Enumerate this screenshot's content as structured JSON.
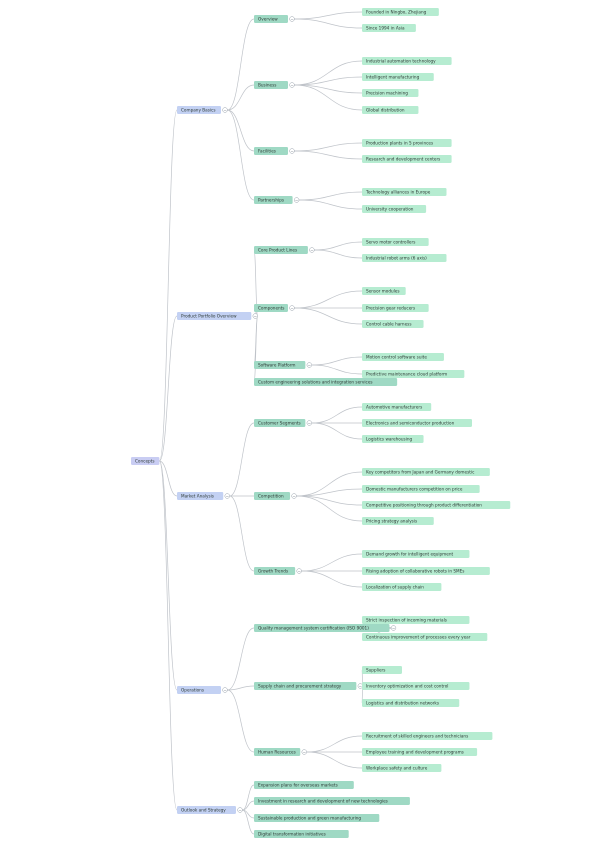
{
  "mindmap": {
    "root": "Concepts",
    "branches": [
      {
        "label": "Company Basics",
        "children": [
          {
            "label": "Overview",
            "children": [
              "Founded in Ningbo, Zhejiang",
              "Since 1994 in Asia"
            ]
          },
          {
            "label": "Business",
            "children": [
              "Industrial automation technology",
              "Intelligent manufacturing",
              "Precision machining",
              "Global distribution"
            ]
          },
          {
            "label": "Facilities",
            "children": [
              "Production plants in 5 provinces",
              "Research and development centers"
            ]
          },
          {
            "label": "Partnerships",
            "children": [
              "Technology alliances in Europe",
              "University cooperation"
            ]
          }
        ]
      },
      {
        "label": "Product Portfolio Overview",
        "children": [
          {
            "label": "Core Product Lines",
            "children": [
              "Servo motor controllers",
              "Industrial robot arms (6 axis)"
            ]
          },
          {
            "label": "Components",
            "children": [
              "Sensor modules",
              "Precision gear reducers",
              "Control cable harness"
            ]
          },
          {
            "label": "Software Platform",
            "children": [
              "Motion control software suite",
              "Predictive maintenance cloud platform"
            ]
          },
          {
            "label": "Custom engineering solutions and integration services",
            "children": []
          }
        ]
      },
      {
        "label": "Market Analysis",
        "children": [
          {
            "label": "Customer Segments",
            "children": [
              "Automotive manufacturers",
              "Electronics and semiconductor production",
              "Logistics warehousing"
            ]
          },
          {
            "label": "Competition",
            "children": [
              "Key competitors from Japan and Germany domestic",
              "Domestic manufacturers competition on price",
              "Competitive positioning through product differentiation",
              "Pricing strategy analysis"
            ]
          },
          {
            "label": "Growth Trends",
            "children": [
              "Demand growth for intelligent equipment",
              "Rising adoption of collaborative robots in SMEs",
              "Localization of supply chain"
            ]
          }
        ]
      },
      {
        "label": "Operations",
        "children": [
          {
            "label": "Quality management system certification (ISO 9001)",
            "children": [
              "Strict inspection of incoming materials",
              "Continuous improvement of processes every year"
            ]
          },
          {
            "label": "Supply chain and procurement strategy",
            "children": [
              "Suppliers",
              "Inventory optimization and cost control",
              "Logistics and distribution networks"
            ]
          },
          {
            "label": "Human Resources",
            "children": [
              "Recruitment of skilled engineers and technicians",
              "Employee training and development programs",
              "Workplace safety and culture"
            ]
          }
        ]
      },
      {
        "label": "Outlook and Strategy",
        "children": [
          {
            "label": "Expansion plans for overseas markets",
            "children": []
          },
          {
            "label": "Investment in research and development of new technologies",
            "children": []
          },
          {
            "label": "Sustainable production and green manufacturing",
            "children": []
          },
          {
            "label": "Digital transformation initiatives",
            "children": []
          }
        ]
      }
    ]
  }
}
